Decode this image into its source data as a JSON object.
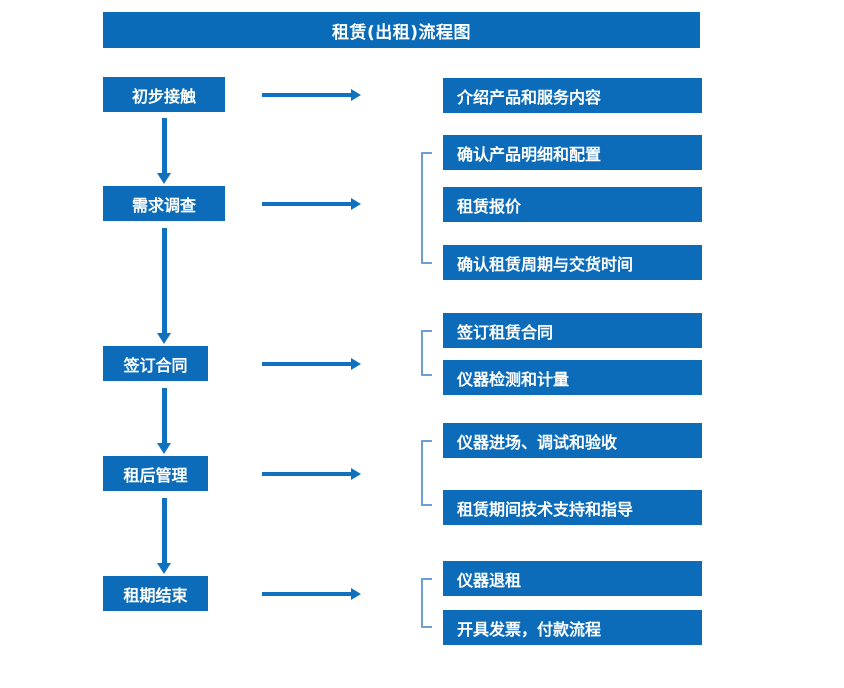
{
  "title": "租赁(出租)流程图",
  "colors": {
    "box_fill": "#0C6CB9",
    "title_fill": "#0A6CB8",
    "arrow": "#1072BE",
    "bracket": "#6E9FD2",
    "text": "#FFFFFF",
    "background": "#FFFFFF"
  },
  "flow": {
    "stages": [
      {
        "label": "初步接触"
      },
      {
        "label": "需求调查"
      },
      {
        "label": "签订合同"
      },
      {
        "label": "租后管理"
      },
      {
        "label": "租期结束"
      }
    ],
    "details": [
      {
        "label": "介绍产品和服务内容"
      },
      {
        "label": "确认产品明细和配置"
      },
      {
        "label": "租赁报价"
      },
      {
        "label": "确认租赁周期与交货时间"
      },
      {
        "label": "签订租赁合同"
      },
      {
        "label": "仪器检测和计量"
      },
      {
        "label": "仪器进场、调试和验收"
      },
      {
        "label": "租赁期间技术支持和指导"
      },
      {
        "label": "仪器退租"
      },
      {
        "label": "开具发票，付款流程"
      }
    ],
    "groups": [
      {
        "stage": "需求调查",
        "details": [
          "确认产品明细和配置",
          "租赁报价",
          "确认租赁周期与交货时间"
        ]
      },
      {
        "stage": "签订合同",
        "details": [
          "签订租赁合同",
          "仪器检测和计量"
        ]
      },
      {
        "stage": "租后管理",
        "details": [
          "仪器进场、调试和验收",
          "租赁期间技术支持和指导"
        ]
      },
      {
        "stage": "租期结束",
        "details": [
          "仪器退租",
          "开具发票，付款流程"
        ]
      }
    ]
  }
}
